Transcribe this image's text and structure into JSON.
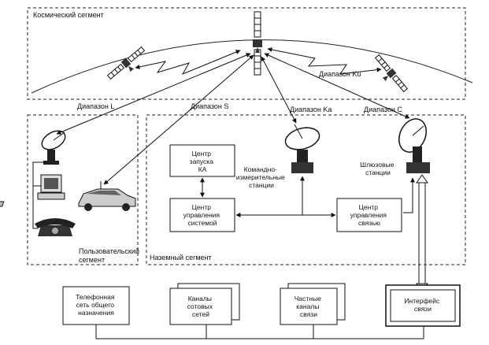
{
  "segments": {
    "space": "Космический сегмент",
    "user": [
      "Пользовательский",
      "сегмент"
    ],
    "ground": "Наземный сегмент"
  },
  "bands": {
    "l": "Диапазон L",
    "s": "Диапазон S",
    "ka": "Диапазон Ka",
    "c": "Диапазон C",
    "ku": "Диапазон Ku"
  },
  "ground_boxes": {
    "launch_center": [
      "Центр",
      "запуска",
      "КА"
    ],
    "system_control": [
      "Центр",
      "управления",
      "системой"
    ],
    "comm_control": [
      "Центр",
      "управления",
      "связью"
    ]
  },
  "stations": {
    "command": [
      "Командно-",
      "измерительные",
      "станции"
    ],
    "gateway": [
      "Шлюзовые",
      "станции"
    ]
  },
  "networks": {
    "telephone": [
      "Телефонная",
      "сеть общего",
      "назначения"
    ],
    "cellular": [
      "Каналы",
      "сотовых",
      "сетей"
    ],
    "private": [
      "Частные",
      "каналы",
      "связи"
    ],
    "interface": [
      "Интерфейс",
      "связи"
    ]
  }
}
